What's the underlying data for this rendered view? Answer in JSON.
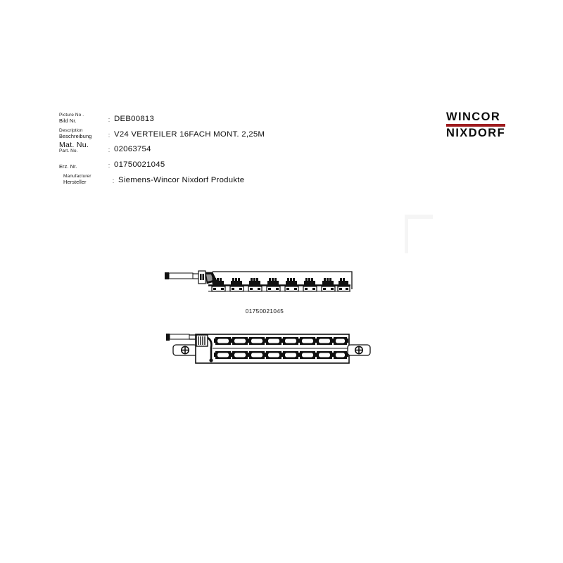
{
  "document": {
    "background_color": "#ffffff",
    "ink_color": "#111111"
  },
  "logo": {
    "line1": "WINCOR",
    "line2": "NIXDORF",
    "bar_color": "#9e1b1e"
  },
  "spec": {
    "colon": ":",
    "rows": [
      {
        "label_en": "Picture No .",
        "label_de": "Bild Nr.",
        "value": "DEB00813"
      },
      {
        "label_en": "Description",
        "label_de": "Beschreibung",
        "value": "V24 VERTEILER 16FACH MONT. 2,25M"
      },
      {
        "label_en": "Part. No.",
        "label_de": "Mat. Nu.",
        "value": "02063754"
      },
      {
        "label_en": "",
        "label_de": "Erz. Nr.",
        "value": "01750021045"
      },
      {
        "label_en": "Manufacturer",
        "label_de": "Hersteller",
        "value": "Siemens-Wincor Nixdorf Produkte"
      }
    ]
  },
  "drawings": {
    "side_view": {
      "caption": "01750021045",
      "connector_count": 8
    },
    "front_view": {
      "row_top_count": 8,
      "row_bottom_count": 8,
      "total_ports": 16
    }
  }
}
